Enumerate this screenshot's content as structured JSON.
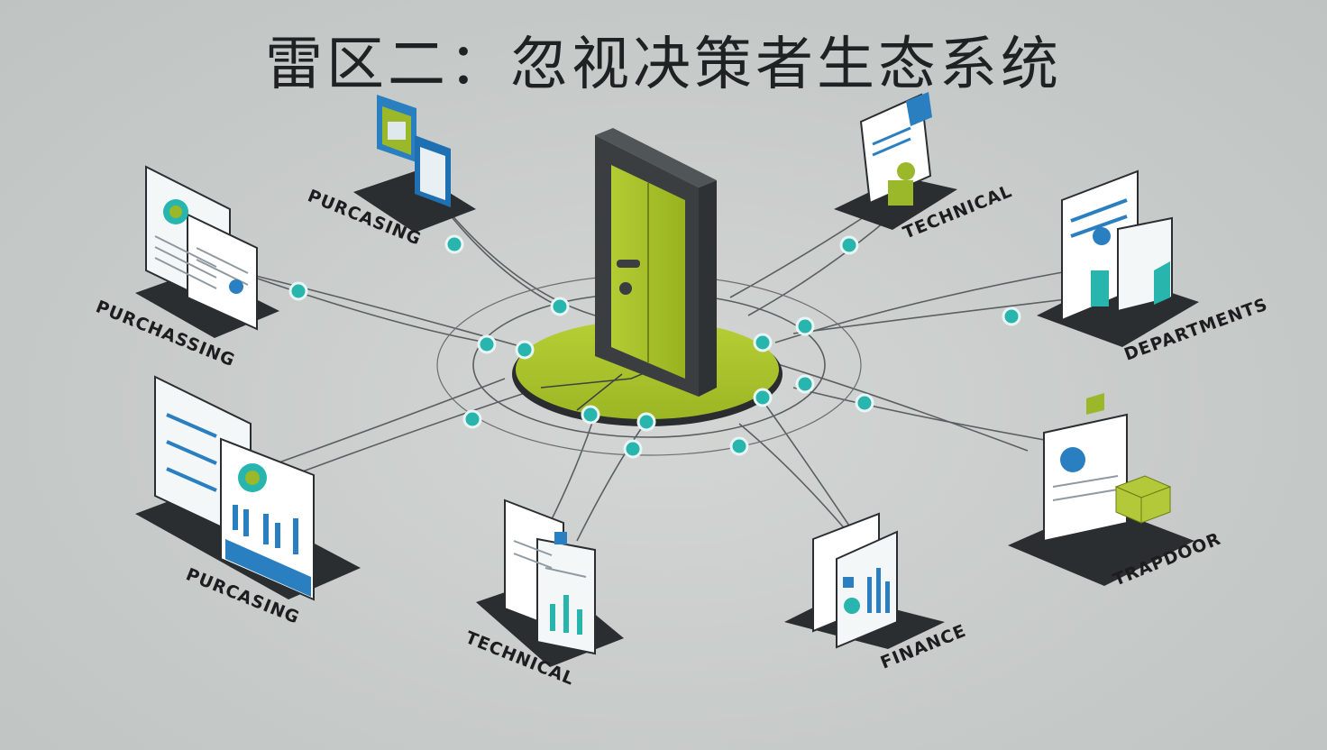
{
  "title": "雷区二：忽视决策者生态系统",
  "labels": {
    "purchasing_top": "PURCASING",
    "purchasing_left": "PURCHASSING",
    "purchasing_bottom": "PURCASING",
    "technical_top": "TECHNICAL",
    "technical_bottom": "TECHNICAL",
    "departments": "DEPARTMENTS",
    "trapdoor": "TRAPDOOR",
    "finance": "FINANCE"
  },
  "colors": {
    "background": "#c8ccca",
    "door_green": "#a6bf2a",
    "door_frame": "#3a3e40",
    "node_teal": "#27b5ad",
    "platform": "#2b2e31",
    "accent_blue": "#2a7fc1"
  }
}
